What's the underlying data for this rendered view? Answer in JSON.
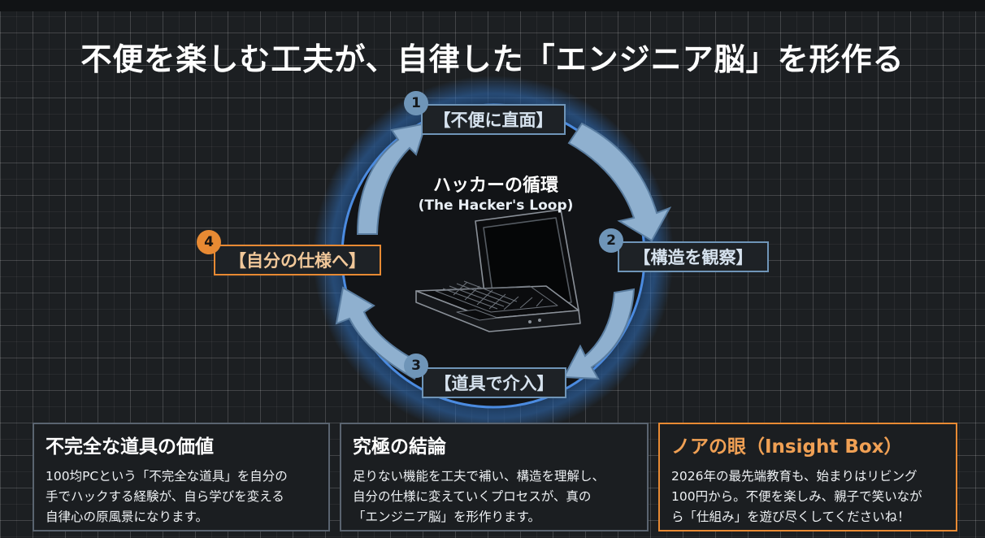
{
  "title": "不便を楽しむ工夫が、自律した「エンジニア脳」を形作る",
  "loop": {
    "title": "ハッカーの循環",
    "subtitle": "(The Hacker's Loop)",
    "center_image": "laptop-illustration",
    "steps": [
      {
        "number": "1",
        "label": "【不便に直面】"
      },
      {
        "number": "2",
        "label": "【構造を観察】"
      },
      {
        "number": "3",
        "label": "【道具で介入】"
      },
      {
        "number": "4",
        "label": "【自分の仕様へ】"
      }
    ]
  },
  "panels": [
    {
      "title": "不完全な道具の価値",
      "body": "100均PCという「不完全な道具」を自分の\n手でハックする経験が、自ら学びを変える\n自律心の原風景になります。"
    },
    {
      "title": "究極の結論",
      "body": "足りない機能を工夫で補い、構造を理解し、\n自分の仕様に変えていくプロセスが、真の\n「エンジニア脳」を形作ります。"
    },
    {
      "title": "ノアの眼（Insight Box）",
      "body": "2026年の最先端教育も、始まりはリビング\n100円から。不便を楽しみ、親子で笑いなが\nら「仕組み」を遊び尽くしてくださいね！"
    }
  ],
  "colors": {
    "accent_blue": "#6f95b8",
    "accent_orange": "#e88a33",
    "background": "#1c1f22",
    "glow": "#3f7fd0"
  }
}
